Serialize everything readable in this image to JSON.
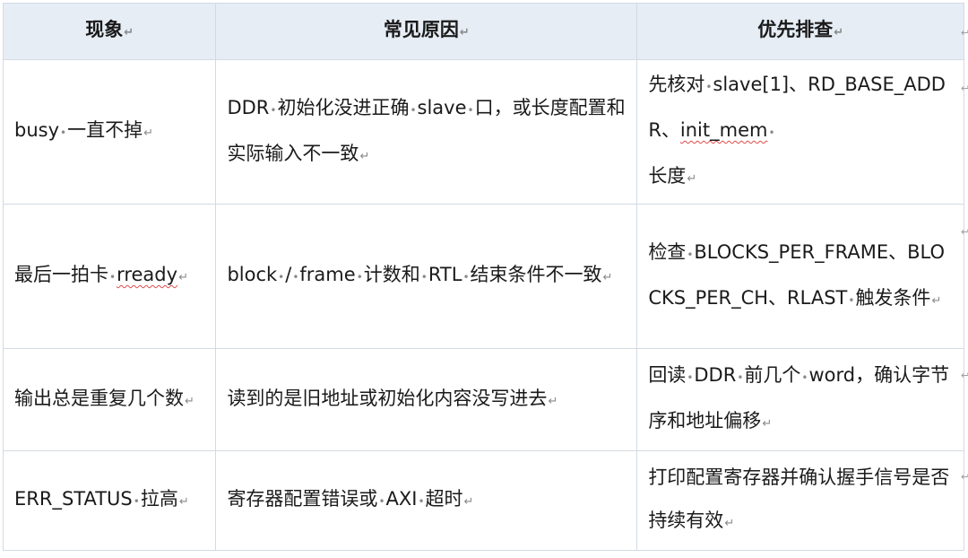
{
  "table": {
    "headers": [
      "现象",
      "常见原因",
      "优先排查"
    ],
    "rows": [
      {
        "symptom": [
          "busy",
          "一直不掉"
        ],
        "cause": [
          "DDR",
          "初始化没进正确",
          "slave",
          "口，或长度配置和实际输入不一致"
        ],
        "check": [
          "先核对",
          "slave[1]、RD_BASE_ADDR、",
          "init_mem",
          "",
          "长度"
        ]
      },
      {
        "symptom": [
          "最后一拍卡",
          "rready"
        ],
        "cause": [
          "block",
          "/",
          "frame",
          "计数和",
          "RTL",
          "结束条件不一致"
        ],
        "check": [
          "检查",
          "BLOCKS_PER_FRAME、BLOCKS_PER_CH、RLAST",
          "触发条件"
        ]
      },
      {
        "symptom": [
          "输出总是重复几个数"
        ],
        "cause": [
          "读到的是旧地址或初始化内容没写进去"
        ],
        "check": [
          "回读",
          "DDR",
          "前几个",
          "word，确认字节序和地址偏移"
        ]
      },
      {
        "symptom": [
          "ERR_STATUS",
          "拉高"
        ],
        "cause": [
          "寄存器配置错误或",
          "AXI",
          "超时"
        ],
        "check": [
          "打印配置寄存器并确认握手信号是否持续有效"
        ]
      }
    ]
  },
  "marks": {
    "cell_end": "↵",
    "space": "•",
    "row_end": "↩"
  }
}
